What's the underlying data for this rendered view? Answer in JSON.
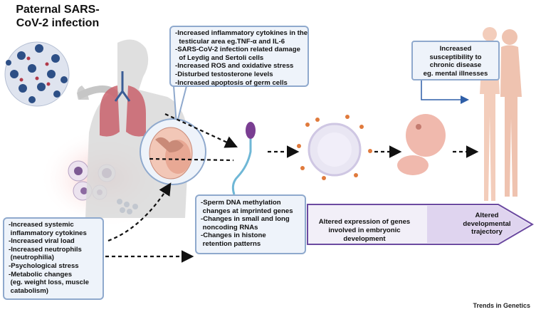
{
  "title": "Paternal SARS-CoV-2 infection",
  "top_box": {
    "items": [
      "-Increased inflammatory cytokines in the",
      "  testicular area eg.TNF-α and IL-6",
      "-SARS-CoV-2 infection related damage",
      "  of Leydig and Sertoli cells",
      "-Increased ROS and oxidative stress",
      "-Disturbed testosterone levels",
      "-Increased apoptosis of germ cells"
    ]
  },
  "left_box": {
    "items": [
      "-Increased systemic",
      " inflammatory cytokines",
      "-Increased viral load",
      "-Increased neutrophils",
      " (neutrophilia)",
      "-Psychological stress",
      "-Metabolic changes",
      " (eg. weight loss, muscle",
      " catabolism)"
    ]
  },
  "mid_box": {
    "items": [
      "-Sperm DNA methylation",
      " changes at imprinted genes",
      "-Changes in small and long",
      " noncoding RNAs",
      "-Changes in histone",
      " retention patterns"
    ]
  },
  "mid_text": "Altered expression of genes involved in embryonic development",
  "arrow_text": "Altered developmental trajectory",
  "right_box": {
    "lines": [
      "Increased",
      "susceptibility to",
      "chronic disease",
      "eg. mental illnesses"
    ]
  },
  "footer": "Trends in Genetics",
  "colors": {
    "box_fill": "#eef3fa",
    "box_border": "#8fa9cd",
    "virus": "#2d4f86",
    "lungs": "#b4505a",
    "skin": "#f3cdbb",
    "arrow_purple": "#6c4aa1"
  }
}
